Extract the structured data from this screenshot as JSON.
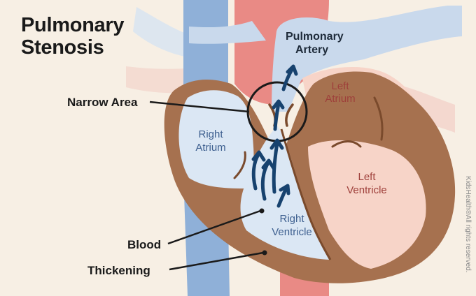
{
  "title": {
    "line1": "Pulmonary",
    "line2": "Stenosis"
  },
  "labels": {
    "pulmonary_artery_line1": "Pulmonary",
    "pulmonary_artery_line2": "Artery",
    "left_atrium_line1": "Left",
    "left_atrium_line2": "Atrium",
    "right_atrium_line1": "Right",
    "right_atrium_line2": "Atrium",
    "left_ventricle_line1": "Left",
    "left_ventricle_line2": "Ventricle",
    "right_ventricle_line1": "Right",
    "right_ventricle_line2": "Ventricle"
  },
  "callouts": {
    "narrow_area": "Narrow Area",
    "blood": "Blood",
    "thickening": "Thickening"
  },
  "credit": "KidsHealth®All rights reserved.",
  "colors": {
    "background": "#f7efe4",
    "muscle": "#a6714f",
    "vein_blue": "#8fb0d8",
    "artery_red": "#e98a85",
    "chamber_blue": "#dbe7f4",
    "chamber_pink": "#f7d4c8",
    "arrow_navy": "#17426e"
  }
}
